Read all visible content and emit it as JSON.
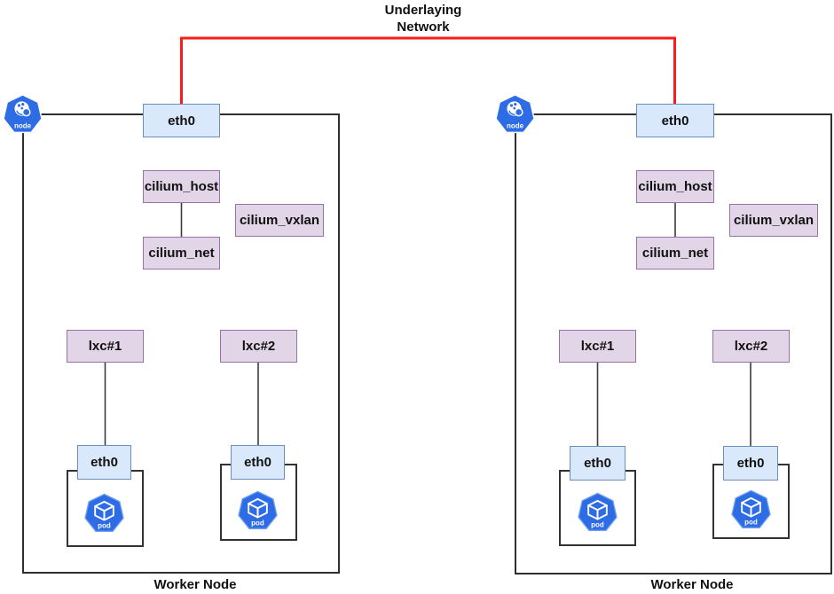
{
  "title": "Underlaying Network",
  "colors": {
    "underlay_link": "#FF1A1A",
    "connector": "#3b3b3b",
    "eth_fill": "#DAE8FC",
    "eth_border": "#6C8EBF",
    "cilium_fill": "#E1D5E7",
    "cilium_border": "#9673A6",
    "kubernetes_blue": "#2E6CE6"
  },
  "nodes": [
    {
      "worker_label": "Worker Node",
      "node_icon_label": "node",
      "eth0": "eth0",
      "cilium_host": "cilium_host",
      "cilium_net": "cilium_net",
      "cilium_vxlan": "cilium_vxlan",
      "lxc1": "lxc#1",
      "lxc2": "lxc#2",
      "pod1": {
        "eth0": "eth0",
        "icon_label": "pod"
      },
      "pod2": {
        "eth0": "eth0",
        "icon_label": "pod"
      }
    },
    {
      "worker_label": "Worker Node",
      "node_icon_label": "node",
      "eth0": "eth0",
      "cilium_host": "cilium_host",
      "cilium_net": "cilium_net",
      "cilium_vxlan": "cilium_vxlan",
      "lxc1": "lxc#1",
      "lxc2": "lxc#2",
      "pod1": {
        "eth0": "eth0",
        "icon_label": "pod"
      },
      "pod2": {
        "eth0": "eth0",
        "icon_label": "pod"
      }
    }
  ]
}
